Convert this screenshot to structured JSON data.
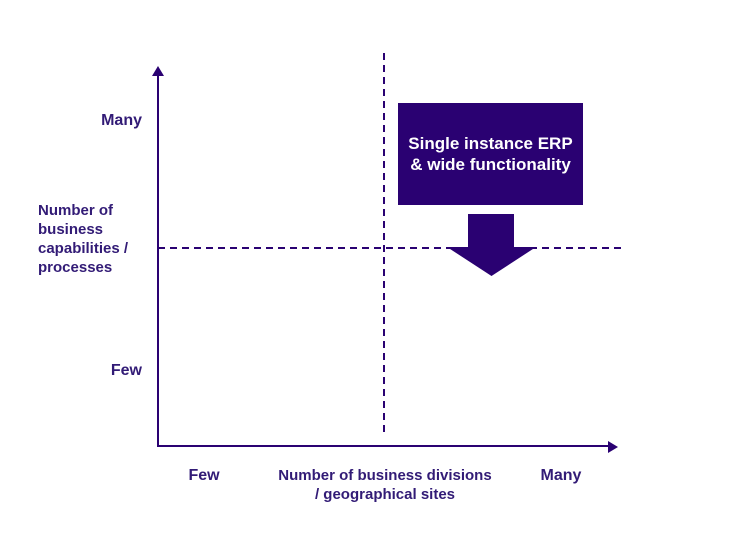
{
  "colors": {
    "primary": "#2A0172",
    "label_text": "#321B76",
    "box_background": "#2A0172",
    "box_text": "#FFFFFF",
    "background": "#FFFFFF"
  },
  "y_axis": {
    "top_label": "Many",
    "bottom_label": "Few",
    "title_line1": "Number of",
    "title_line2": "business",
    "title_line3": "capabilities /",
    "title_line4": "processes"
  },
  "x_axis": {
    "left_label": "Few",
    "right_label": "Many",
    "title_line1": "Number of business divisions",
    "title_line2": "/ geographical sites"
  },
  "annotation_box": {
    "line1": "Single instance ERP",
    "line2": "& wide functionality"
  },
  "icons": {
    "y_axis_arrowhead": "arrow-up",
    "x_axis_arrowhead": "arrow-right",
    "block_arrow": "block-arrow-down"
  }
}
